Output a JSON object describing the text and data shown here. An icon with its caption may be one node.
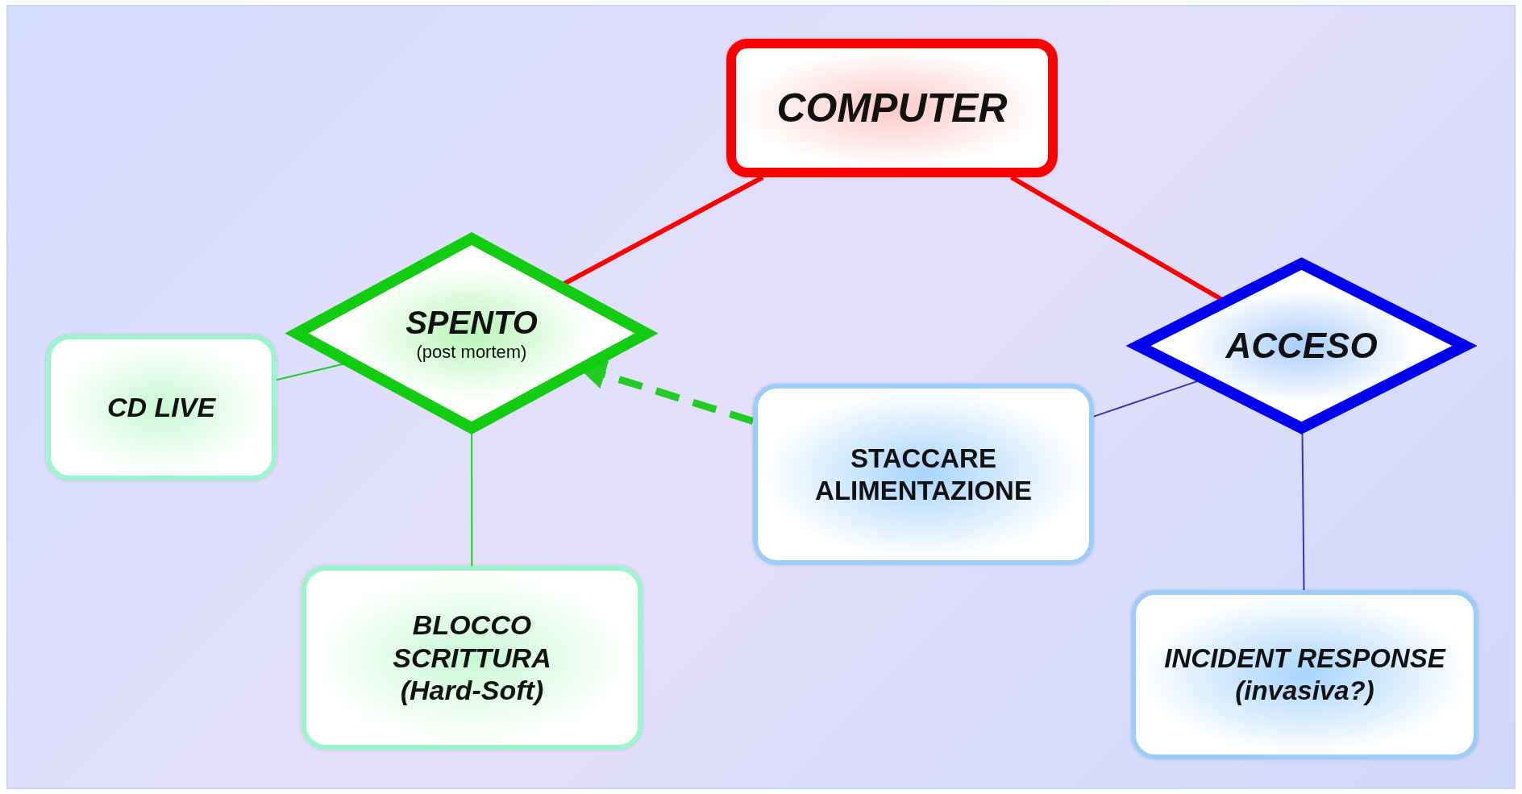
{
  "diagram": {
    "nodes": [
      {
        "text": [
          "COMPUTER"
        ]
      },
      {
        "text": [
          "SPENTO",
          "(post mortem)"
        ]
      },
      {
        "text": [
          "ACCESO"
        ]
      },
      {
        "text": [
          "CD LIVE"
        ]
      },
      {
        "text": [
          "BLOCCO SCRITTURA",
          "(Hard-Soft)"
        ]
      },
      {
        "text": [
          "STACCARE ALIMENTAZIONE"
        ]
      },
      {
        "text": [
          "INCIDENT RESPONSE",
          "(invasiva?)"
        ]
      }
    ],
    "edges": [
      {
        "from": 0,
        "to": 1,
        "arrow": "none",
        "style": "thick",
        "color": "#ff0000"
      },
      {
        "from": 0,
        "to": 2,
        "arrow": "none",
        "style": "thick",
        "color": "#ff0000"
      },
      {
        "from": 1,
        "to": 3,
        "arrow": "none",
        "color": "#22cc22"
      },
      {
        "from": 1,
        "to": 4,
        "arrow": "none",
        "color": "#22cc22"
      },
      {
        "from": 2,
        "to": 5,
        "arrow": "none",
        "color": "#3333bb"
      },
      {
        "from": 2,
        "to": 6,
        "arrow": "none",
        "color": "#3333bb"
      },
      {
        "from": 5,
        "to": 1,
        "arrow": "to",
        "style": "dashed",
        "color": "#22cc22"
      }
    ]
  }
}
